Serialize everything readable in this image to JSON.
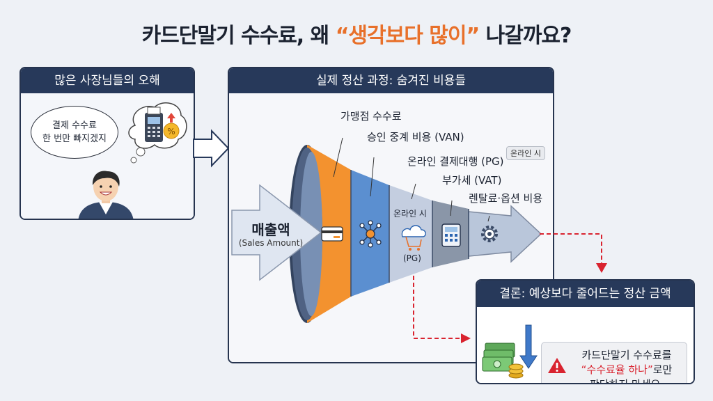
{
  "title": {
    "prefix": "카드단말기 수수료, 왜 ",
    "highlight": "“생각보다 많이”",
    "suffix": " 나갈까요?"
  },
  "left_panel": {
    "header": "많은 사장님들의 오해",
    "speech_line1": "결제 수수료",
    "speech_line2": "한 번만 빠지겠지"
  },
  "main_panel": {
    "header": "실제 정산 과정: 숨겨진 비용들",
    "input_arrow_label": "매출액",
    "input_arrow_sublabel": "(Sales Amount)",
    "stages": [
      {
        "label": "가맹점 수수료",
        "icon": "card-icon"
      },
      {
        "label": "승인 중계 비용 (VAN)",
        "icon": "network-icon"
      },
      {
        "label": "온라인 결제대행 (PG)",
        "tag": "온라인 시",
        "inner_label": "온라인 시",
        "inner_sublabel": "(PG)",
        "icon": "cloud-cart-icon"
      },
      {
        "label": "부가세 (VAT)",
        "icon": "calculator-icon"
      },
      {
        "label": "렌탈료·옵션 비용",
        "icon": "gear-icon"
      }
    ],
    "colors": {
      "orange": "#f3922f",
      "blue": "#5b8fd0",
      "steel": "#8a96a8",
      "arrow": "#b9c6da"
    }
  },
  "conclusion": {
    "header": "결론: 예상보다 줄어드는 정산 금액",
    "line1": "카드단말기 수수료를",
    "line2_highlight": "“수수료율 하나”",
    "line2_suffix": "로만",
    "line3": "판단하지 마세요."
  }
}
